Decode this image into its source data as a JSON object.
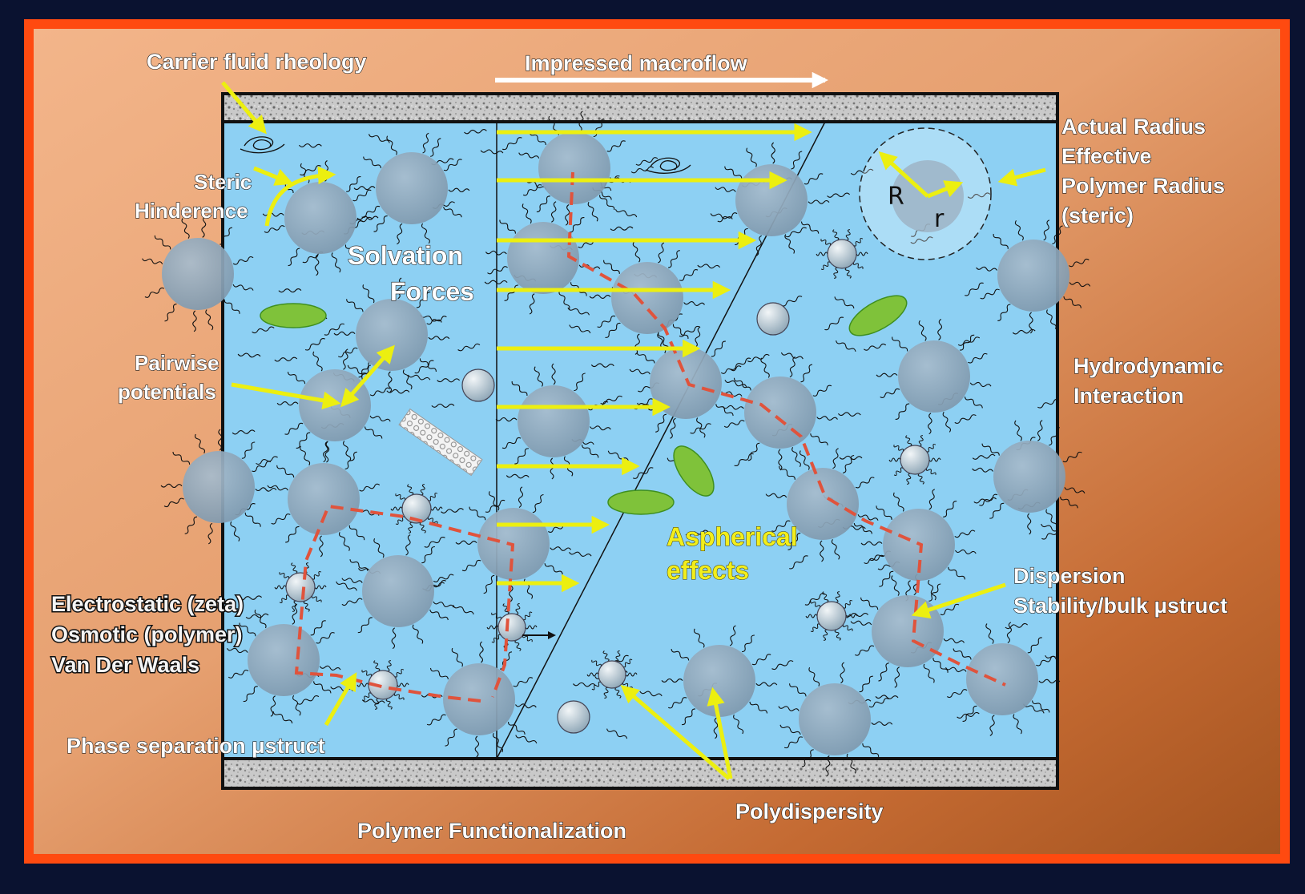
{
  "labels": {
    "carrier_fluid_rheology": "Carrier fluid rheology",
    "impressed_macroflow": "Impressed macroflow",
    "actual_radius": "Actual Radius",
    "effective": "Effective",
    "polymer_radius": "Polymer Radius",
    "steric_paren": "(steric)",
    "steric": "Steric",
    "hinderence": "Hinderence",
    "solvation": "Solvation",
    "forces": "Forces",
    "pairwise": "Pairwise",
    "potentials": "potentials",
    "hydrodynamic": "Hydrodynamic",
    "interaction": "Interaction",
    "aspherical": "Aspherical",
    "effects": "effects",
    "electrostatic": "Electrostatic (zeta)",
    "osmotic": "Osmotic (polymer)",
    "van_der_waals": "Van Der Waals",
    "dispersion": "Dispersion",
    "stability": "Stability/bulk μstruct",
    "phase_separation": "Phase separation μstruct",
    "polydispersity": "Polydispersity",
    "polymer_functionalization": "Polymer Functionalization",
    "radius_R": "R",
    "radius_r": "r"
  },
  "colors": {
    "background_dark": "#0a1230",
    "frame_orange": "#ff4a10",
    "panel_warm": "#e9a06c",
    "fluid_blue": "#8dd0f3",
    "particle": "#8fa9be",
    "arrow_yellow": "#ecef10",
    "path_red": "#e0533c",
    "ellipse_green": "#7fc23a"
  }
}
